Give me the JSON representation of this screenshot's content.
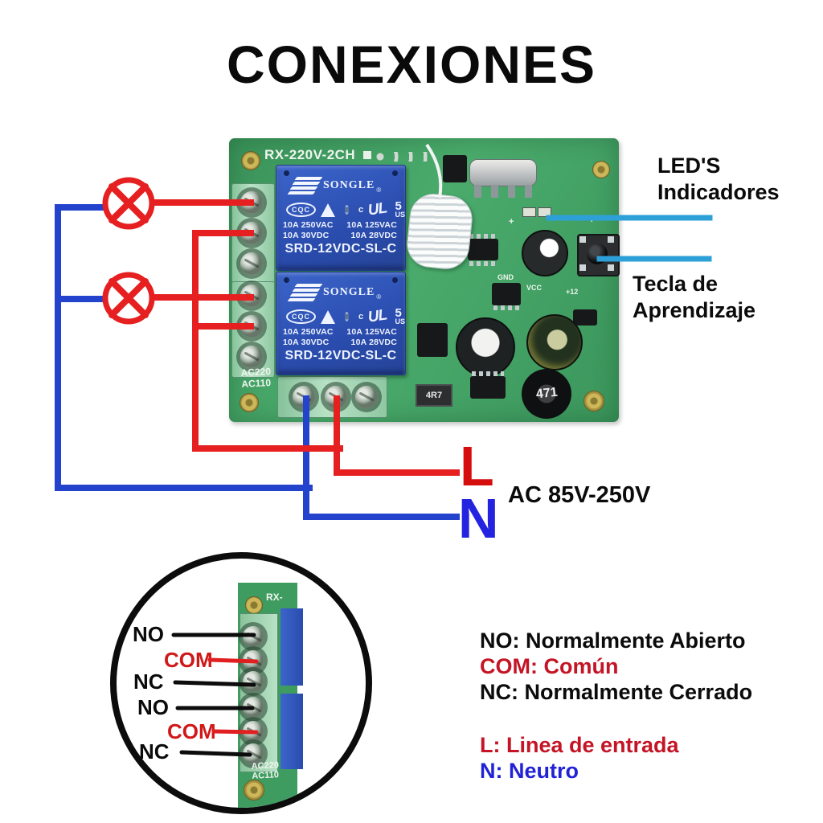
{
  "title": "CONEXIONES",
  "board": {
    "silkscreen_model": "RX-220V-2CH",
    "silkscreen_ac220": "AC220",
    "silkscreen_ac110": "AC110",
    "silkscreen_gnd": "GND",
    "silkscreen_vcc": "VCC",
    "silkscreen_12v": "+12",
    "plus_mark": "+",
    "resistor_label": "4R7",
    "inductor_label": "471"
  },
  "relay": {
    "brand": "SONGLE",
    "reg_mark": "®",
    "cqc": "CQC",
    "c_mark": "c",
    "ul_mark": "UL",
    "five": "5",
    "us": "US",
    "rating_r1_left": "10A 250VAC",
    "rating_r1_right": "10A 125VAC",
    "rating_r2_left": "10A 30VDC",
    "rating_r2_right": "10A 28VDC",
    "model": "SRD-12VDC-SL-C"
  },
  "callouts": {
    "leds_line1": "LED'S",
    "leds_line2": "Indicadores",
    "button_line1": "Tecla de",
    "button_line2": "Aprendizaje",
    "live_letter": "L",
    "neutral_letter": "N",
    "ac_range": "AC 85V-250V"
  },
  "inset": {
    "silkscreen_top": "RX-",
    "silkscreen_ac220": "AC220",
    "silkscreen_ac110": "AC110",
    "labels": [
      {
        "text": "NO"
      },
      {
        "text": "COM"
      },
      {
        "text": "NC"
      },
      {
        "text": "NO"
      },
      {
        "text": "COM"
      },
      {
        "text": "NC"
      }
    ]
  },
  "legend": {
    "items": [
      {
        "text": "NO: Normalmente Abierto"
      },
      {
        "text": "COM: Común"
      },
      {
        "text": "NC: Normalmente Cerrado"
      },
      {
        "text": "L: Linea de entrada"
      },
      {
        "text": "N: Neutro"
      }
    ]
  },
  "colors": {
    "wire_red": "#e62020",
    "wire_blue": "#2343cd",
    "pointer_cyan": "#2ea0d8",
    "pcb_green": "#3f9c60",
    "relay_blue": "#2d52b8",
    "legend_red": "#c41425",
    "legend_blue": "#2121d6",
    "big_l_red": "#d60d0d",
    "big_n_blue": "#2424e0"
  }
}
